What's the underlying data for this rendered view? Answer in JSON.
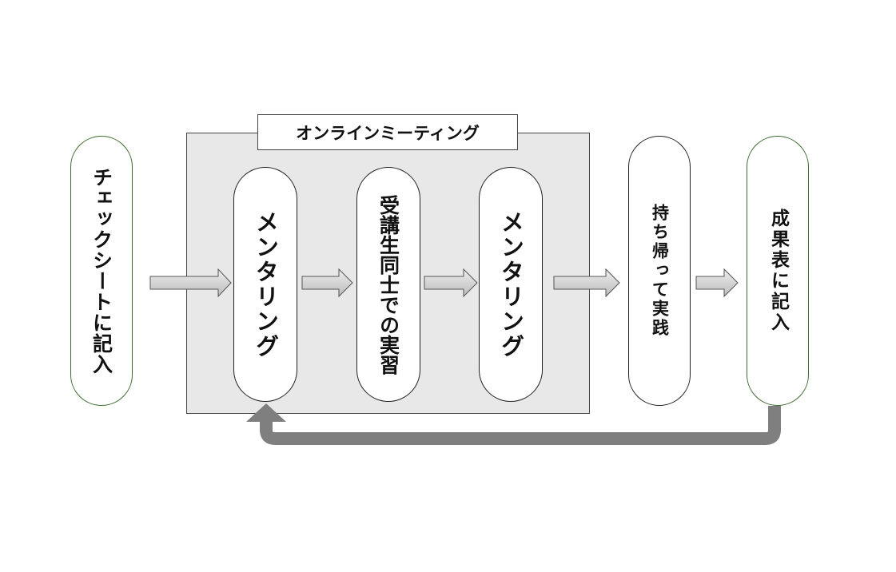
{
  "frame": {
    "title": "オンラインミーティング"
  },
  "steps": {
    "checksheet": "チェックシートに記入",
    "mentoring1": "メンタリング",
    "practice": "受講生同士での実習",
    "mentoring2": "メンタリング",
    "takehome": "持ち帰って実践",
    "results": "成果表に記入"
  }
}
